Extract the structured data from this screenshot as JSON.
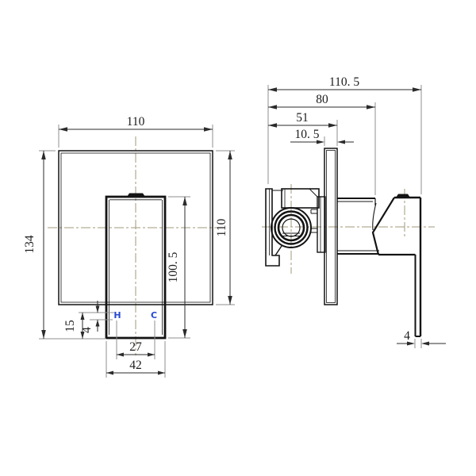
{
  "drawing": {
    "subject": "shower-mixer-valve-technical-drawing",
    "colors": {
      "outline": "#141414",
      "dimension": "#2b2b2b",
      "extension": "#8f8f8f",
      "centerline": "#a29878",
      "port_label": "#2448d0",
      "background": "#ffffff"
    },
    "front_view": {
      "dims": {
        "plate_width": "110",
        "overall_height": "134",
        "plate_height": "110",
        "handle_length": "100. 5",
        "port_offset_outer": "15",
        "port_offset_inner": "4",
        "port_spacing": "27",
        "handle_width": "42"
      },
      "ports": {
        "hot": "H",
        "cold": "C"
      }
    },
    "side_view": {
      "dims": {
        "overall_depth": "110. 5",
        "body_depth": "80",
        "valve_depth": "51",
        "plate_thickness": "10. 5",
        "handle_thickness": "4"
      }
    }
  }
}
